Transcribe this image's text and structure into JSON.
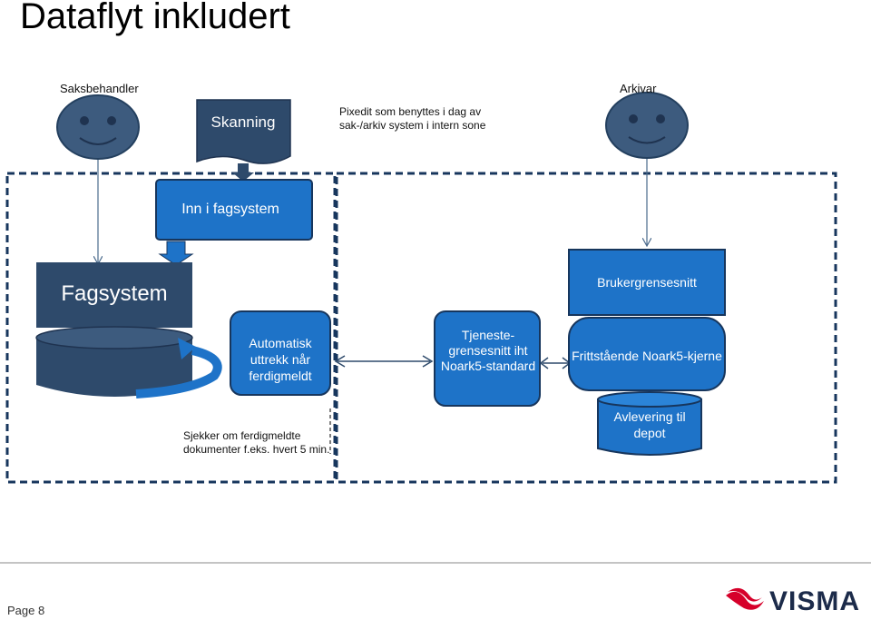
{
  "title": "Dataflyt inkludert",
  "actors": {
    "saksbehandler": "Saksbehandler",
    "arkivar": "Arkivar"
  },
  "boxes": {
    "skanning": "Skanning",
    "inn_i_fagsystem": "Inn i fagsystem",
    "fagsystem": "Fagsystem",
    "brukergrensesnitt": "Brukergrensesnitt",
    "automatisk_uttrekk": "Automatisk uttrekk når ferdigmeldt",
    "tjenestegrensesnitt": "Tjeneste-grensesnitt iht Noark5-standard",
    "frittstaende": "Frittstående Noark5-kjerne",
    "avlevering": "Avlevering til depot"
  },
  "notes": {
    "pixedit": "Pixedit som benyttes i dag av\nsak-/arkiv system i intern sone",
    "sjekker": "Sjekker om ferdigmeldte\ndokumenter f.eks. hvert 5 min."
  },
  "footer": {
    "page": "Page 8",
    "logo_text": "VISMA"
  },
  "colors": {
    "dark_navy": "#2e4a6b",
    "blue": "#1e73c8",
    "blue_border": "#17365d",
    "dashed_border": "#17365d",
    "visma_red": "#d6002a",
    "visma_dark": "#1c2b4a"
  }
}
